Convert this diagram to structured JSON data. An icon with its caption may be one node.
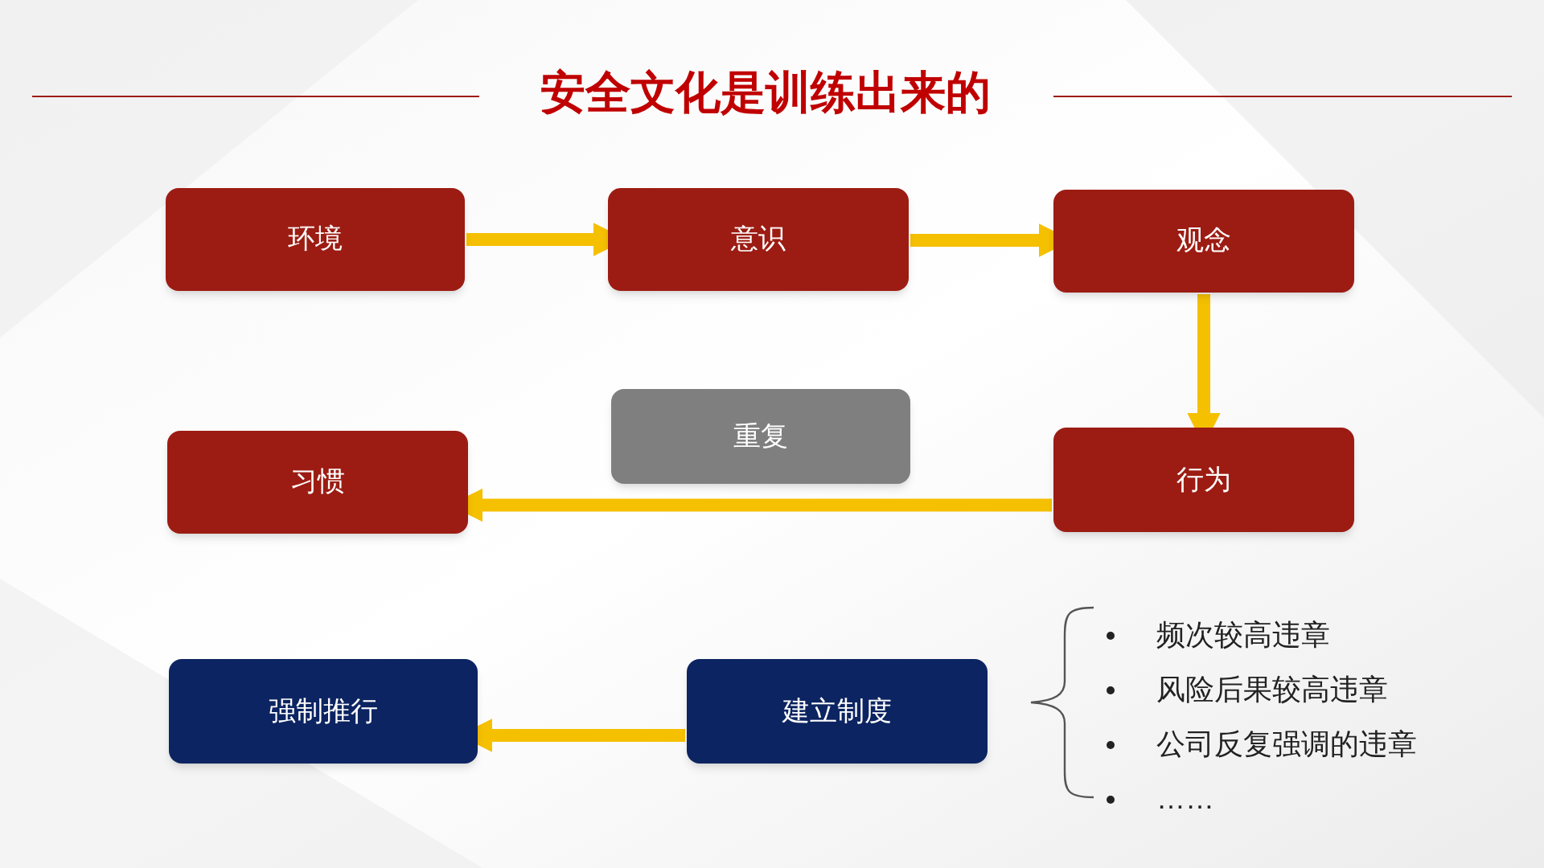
{
  "diagram": {
    "title": "安全文化是训练出来的",
    "nodes": [
      {
        "text": [
          "环境"
        ]
      },
      {
        "text": [
          "意识"
        ]
      },
      {
        "text": [
          "观念"
        ]
      },
      {
        "text": [
          "重复"
        ]
      },
      {
        "text": [
          "习惯"
        ]
      },
      {
        "text": [
          "行为"
        ]
      },
      {
        "text": [
          "强制推行"
        ]
      },
      {
        "text": [
          "建立制度"
        ]
      }
    ],
    "edges": [
      {
        "from": 0,
        "to": 1,
        "arrow": "to"
      },
      {
        "from": 1,
        "to": 2,
        "arrow": "to"
      },
      {
        "from": 2,
        "to": 5,
        "arrow": "to"
      },
      {
        "from": 5,
        "to": 4,
        "arrow": "to"
      },
      {
        "from": 7,
        "to": 6,
        "arrow": "to"
      }
    ],
    "labels": [
      "频次较高违章",
      "风险后果较高违章",
      "公司反复强调的违章",
      "……"
    ]
  }
}
